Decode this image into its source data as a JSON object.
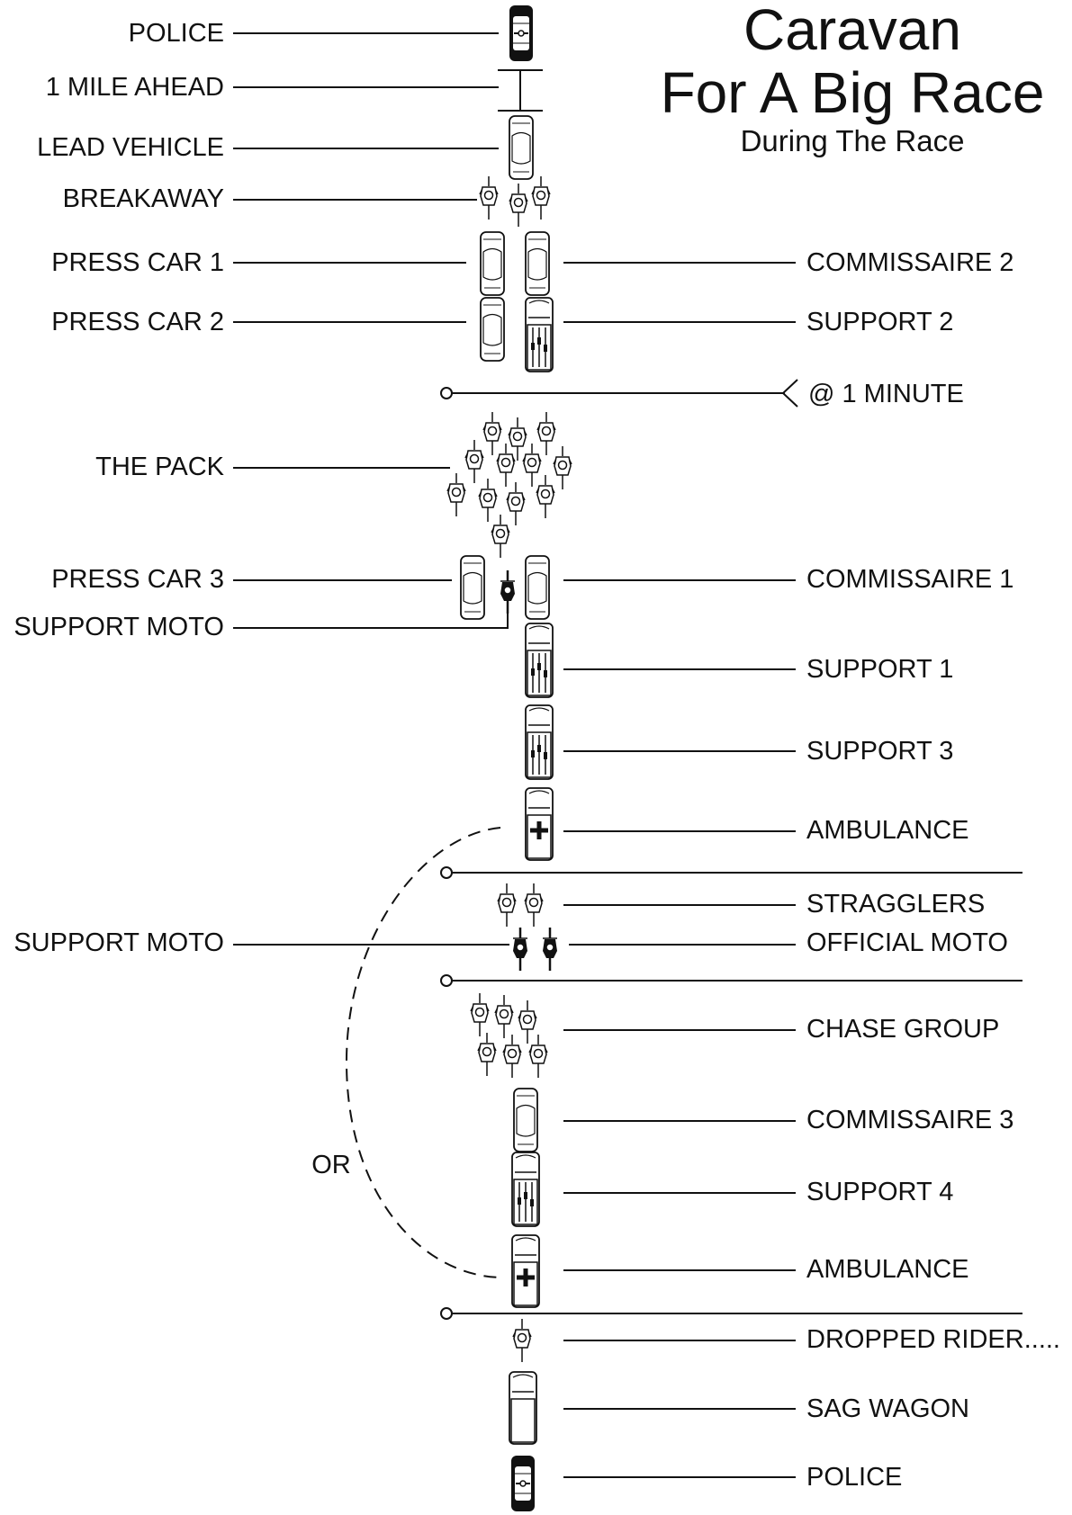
{
  "title": {
    "line1": "Caravan",
    "line2": "For A Big Race",
    "subtitle": "During The Race"
  },
  "labels": {
    "police_top": "POLICE",
    "mile_ahead": "1 MILE AHEAD",
    "lead_vehicle": "LEAD VEHICLE",
    "breakaway": "BREAKAWAY",
    "press_car_1": "PRESS CAR 1",
    "commissaire_2": "COMMISSAIRE 2",
    "press_car_2": "PRESS CAR 2",
    "support_2": "SUPPORT 2",
    "one_minute": "@ 1 MINUTE",
    "the_pack": "THE PACK",
    "press_car_3": "PRESS CAR 3",
    "commissaire_1": "COMMISSAIRE 1",
    "support_moto_1": "SUPPORT MOTO",
    "support_1": "SUPPORT 1",
    "support_3": "SUPPORT 3",
    "ambulance_1": "AMBULANCE",
    "stragglers": "STRAGGLERS",
    "support_moto_2": "SUPPORT MOTO",
    "official_moto": "OFFICIAL MOTO",
    "chase_group": "CHASE GROUP",
    "commissaire_3": "COMMISSAIRE 3",
    "or": "OR",
    "support_4": "SUPPORT 4",
    "ambulance_2": "AMBULANCE",
    "dropped_rider": "DROPPED RIDER.....",
    "sag_wagon": "SAG WAGON",
    "police_bottom": "POLICE"
  },
  "icons": [
    "police-car-icon",
    "car-icon",
    "support-car-icon",
    "ambulance-icon",
    "sag-wagon-icon",
    "cyclist-icon",
    "motorcycle-icon"
  ],
  "colors": {
    "ink": "#111111",
    "paper": "#ffffff"
  }
}
